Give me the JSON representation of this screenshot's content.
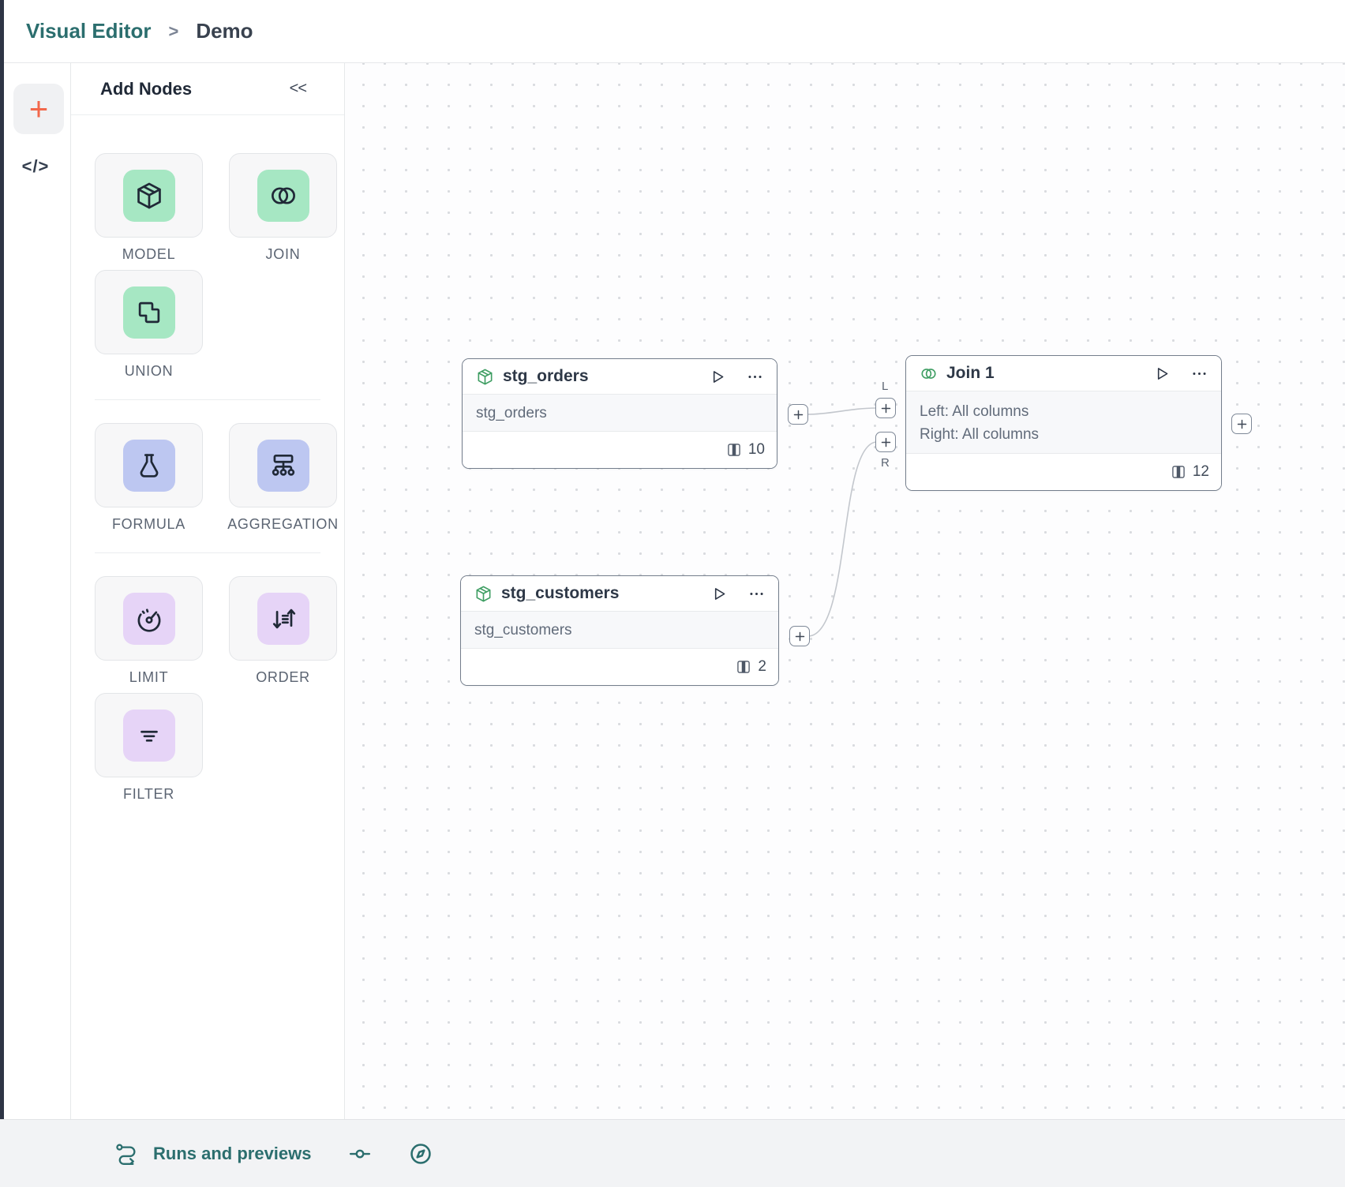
{
  "header": {
    "breadcrumb_root": "Visual Editor",
    "breadcrumb_separator": ">",
    "breadcrumb_current": "Demo"
  },
  "rail": {
    "add_label": "+",
    "code_label": "</>"
  },
  "palette": {
    "title": "Add Nodes",
    "collapse_label": "<<",
    "groups": [
      {
        "items": [
          {
            "label": "MODEL",
            "icon": "cube-icon",
            "tint": "green"
          },
          {
            "label": "JOIN",
            "icon": "join-circles-icon",
            "tint": "green"
          },
          {
            "label": "UNION",
            "icon": "union-shapes-icon",
            "tint": "green"
          }
        ]
      },
      {
        "items": [
          {
            "label": "FORMULA",
            "icon": "flask-icon",
            "tint": "blue"
          },
          {
            "label": "AGGREGATION",
            "icon": "aggregation-tree-icon",
            "tint": "blue"
          }
        ]
      },
      {
        "items": [
          {
            "label": "LIMIT",
            "icon": "gauge-icon",
            "tint": "purple"
          },
          {
            "label": "ORDER",
            "icon": "sort-arrows-icon",
            "tint": "purple"
          },
          {
            "label": "FILTER",
            "icon": "filter-lines-icon",
            "tint": "purple"
          }
        ]
      }
    ]
  },
  "canvas": {
    "nodes": {
      "stg_orders": {
        "title": "stg_orders",
        "subtitle": "stg_orders",
        "column_count": "10"
      },
      "stg_customers": {
        "title": "stg_customers",
        "subtitle": "stg_customers",
        "column_count": "2"
      },
      "join1": {
        "title": "Join 1",
        "body_line1": "Left: All columns",
        "body_line2": "Right: All columns",
        "column_count": "12"
      }
    },
    "ports": {
      "left_label": "L",
      "right_label": "R"
    }
  },
  "statusbar": {
    "runs_label": "Runs and previews"
  },
  "colors": {
    "teal": "#2b6e6e",
    "orange": "#f2684b",
    "mint": "#a6e7c3",
    "periwinkle": "#bdc7f1",
    "lavender": "#e6d4f7",
    "node_border": "#747e8c",
    "wire": "#c3c7cd"
  }
}
